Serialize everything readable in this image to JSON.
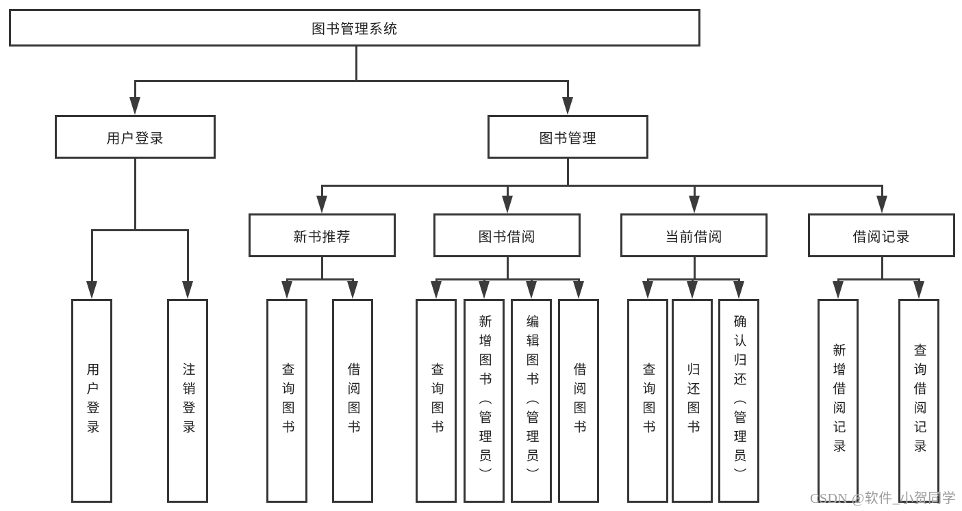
{
  "diagram": {
    "colors": {
      "line": "#3b3b3b",
      "box_border": "#353535",
      "text": "#1f1f1f",
      "watermark": "#9d9d9d",
      "background": "#ffffff"
    },
    "root": {
      "label": "图书管理系统"
    },
    "level2": [
      {
        "label": "用户登录"
      },
      {
        "label": "图书管理"
      }
    ],
    "level3": [
      {
        "label": "新书推荐"
      },
      {
        "label": "图书借阅"
      },
      {
        "label": "当前借阅"
      },
      {
        "label": "借阅记录"
      }
    ],
    "leaves": {
      "user_login": [
        "用户登录",
        "注销登录"
      ],
      "new_book": [
        "查询图书",
        "借阅图书"
      ],
      "book_borrow": [
        "查询图书",
        "新增图书（管理员）",
        "编辑图书（管理员）",
        "借阅图书"
      ],
      "current_borrow": [
        "查询图书",
        "归还图书",
        "确认归还（管理员）"
      ],
      "borrow_record": [
        "新增借阅记录",
        "查询借阅记录"
      ]
    },
    "watermark": "CSDN @软件_小贺同学"
  }
}
